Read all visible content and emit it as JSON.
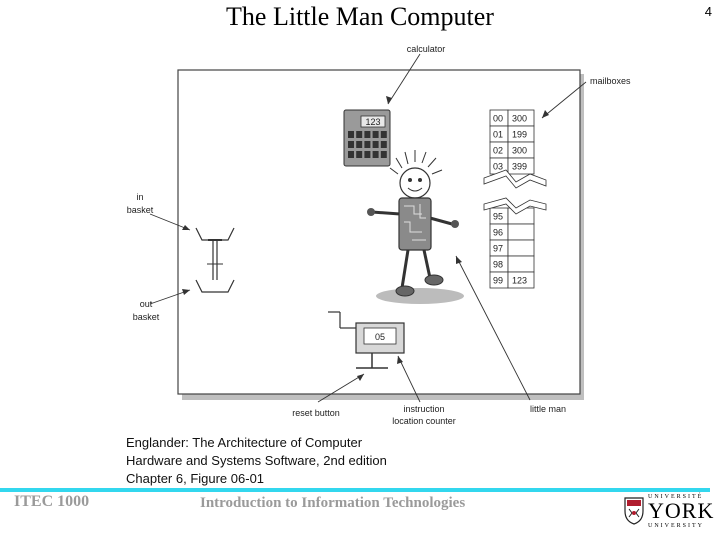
{
  "slide": {
    "title": "The Little Man Computer",
    "page_number": "4"
  },
  "figure": {
    "labels": {
      "calculator": "calculator",
      "mailboxes": "mailboxes",
      "in_basket_line1": "in",
      "in_basket_line2": "basket",
      "out_basket_line1": "out",
      "out_basket_line2": "basket",
      "reset_button": "reset button",
      "instruction_line1": "instruction",
      "instruction_line2": "location counter",
      "little_man": "little man"
    },
    "calculator_display": "123",
    "counter_display": "05",
    "mailboxes_top": [
      {
        "addr": "00",
        "value": "300"
      },
      {
        "addr": "01",
        "value": "199"
      },
      {
        "addr": "02",
        "value": "300"
      },
      {
        "addr": "03",
        "value": "399"
      }
    ],
    "mailboxes_bottom": [
      {
        "addr": "95",
        "value": ""
      },
      {
        "addr": "96",
        "value": ""
      },
      {
        "addr": "97",
        "value": ""
      },
      {
        "addr": "98",
        "value": ""
      },
      {
        "addr": "99",
        "value": "123"
      }
    ]
  },
  "caption": {
    "line1": "Englander: The Architecture of Computer",
    "line2": "Hardware and Systems Software, 2nd edition",
    "line3": "Chapter 6, Figure 06-01"
  },
  "footer": {
    "course": "ITEC 1000",
    "subject": "Introduction to Information Technologies",
    "logo_top": "UNIVERSITÉ",
    "logo_main": "YORK",
    "logo_bottom": "UNIVERSITY"
  },
  "colors": {
    "footer_line": "#33d7ee",
    "footer_text": "#9a9a9a"
  }
}
